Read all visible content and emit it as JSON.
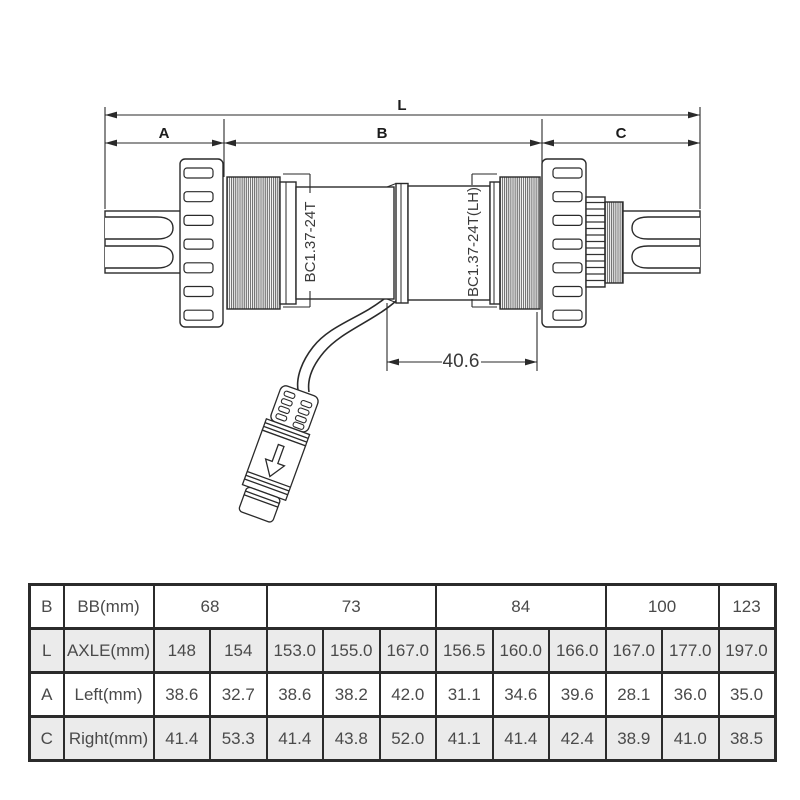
{
  "diagram": {
    "dims": {
      "L": "L",
      "A": "A",
      "B": "B",
      "C": "C",
      "width": "40.6"
    },
    "thread_left_label": "BC1.37-24T",
    "thread_right_label": "BC1.37-24T(LH)"
  },
  "table": {
    "header": {
      "key": "B",
      "label": "BB(mm)",
      "groups": [
        {
          "value": "68",
          "span": 2
        },
        {
          "value": "73",
          "span": 3
        },
        {
          "value": "84",
          "span": 3
        },
        {
          "value": "100",
          "span": 2
        },
        {
          "value": "123",
          "span": 1
        }
      ]
    },
    "rows": [
      {
        "key": "L",
        "label": "AXLE(mm)",
        "values": [
          "148",
          "154",
          "153.0",
          "155.0",
          "167.0",
          "156.5",
          "160.0",
          "166.0",
          "167.0",
          "177.0",
          "197.0"
        ]
      },
      {
        "key": "A",
        "label": "Left(mm)",
        "values": [
          "38.6",
          "32.7",
          "38.6",
          "38.2",
          "42.0",
          "31.1",
          "34.6",
          "39.6",
          "28.1",
          "36.0",
          "35.0"
        ]
      },
      {
        "key": "C",
        "label": "Right(mm)",
        "values": [
          "41.4",
          "53.3",
          "41.4",
          "43.8",
          "52.0",
          "41.1",
          "41.4",
          "42.4",
          "38.9",
          "41.0",
          "38.5"
        ]
      }
    ]
  }
}
